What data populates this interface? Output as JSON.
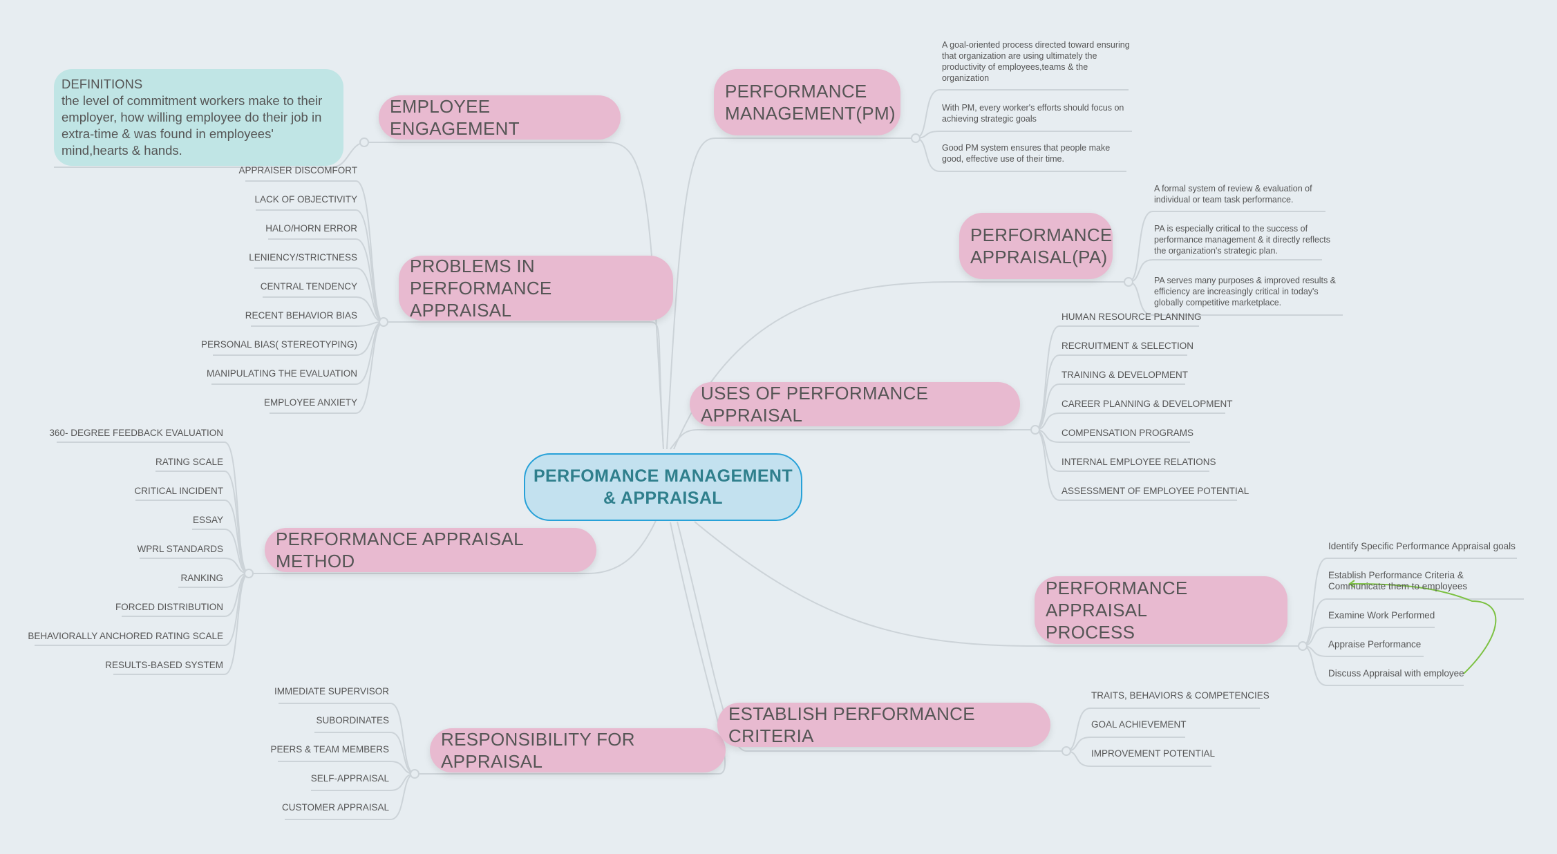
{
  "center": "PERFOMANCE MANAGEMENT\n& APPRAISAL",
  "employee_engagement": {
    "title": "EMPLOYEE ENGAGEMENT",
    "note_heading": "DEFINITIONS",
    "note_text": "the level of commitment workers make to their employer, how willing employee do their job in extra-time & was found in employees' mind,hearts & hands."
  },
  "problems": {
    "title": "PROBLEMS IN PERFORMANCE\nAPPRAISAL",
    "items": [
      "APPRAISER DISCOMFORT",
      "LACK OF OBJECTIVITY",
      "HALO/HORN ERROR",
      "LENIENCY/STRICTNESS",
      "CENTRAL TENDENCY",
      "RECENT BEHAVIOR BIAS",
      "PERSONAL BIAS( STEREOTYPING)",
      "MANIPULATING THE EVALUATION",
      "EMPLOYEE ANXIETY"
    ]
  },
  "methods": {
    "title": "PERFORMANCE APPRAISAL METHOD",
    "items": [
      "360- DEGREE FEEDBACK EVALUATION",
      "RATING SCALE",
      "CRITICAL INCIDENT",
      "ESSAY",
      "WPRL STANDARDS",
      "RANKING",
      "FORCED DISTRIBUTION",
      "BEHAVIORALLY ANCHORED RATING SCALE",
      "RESULTS-BASED SYSTEM"
    ]
  },
  "responsibility": {
    "title": "RESPONSIBILITY FOR APPRAISAL",
    "items": [
      "IMMEDIATE SUPERVISOR",
      "SUBORDINATES",
      "PEERS & TEAM MEMBERS",
      "SELF-APPRAISAL",
      "CUSTOMER APPRAISAL"
    ]
  },
  "pm": {
    "title": "PERFORMANCE\nMANAGEMENT(PM)",
    "items": [
      "A goal-oriented process directed toward ensuring that organization are using ultimately the productivity of employees,teams & the organization",
      "With PM, every worker's efforts should focus on achieving strategic goals",
      "Good PM system ensures that people make good, effective use of their time."
    ]
  },
  "pa": {
    "title": "PERFORMANCE\nAPPRAISAL(PA)",
    "items": [
      "A formal system of review & evaluation of individual or team task performance.",
      "PA is especially critical to the success of performance management & it directly reflects the organization's strategic plan.",
      "PA serves many purposes & improved results & efficiency are increasingly critical in today's globally competitive marketplace."
    ]
  },
  "uses": {
    "title": "USES OF PERFORMANCE APPRAISAL",
    "items": [
      "HUMAN RESOURCE PLANNING",
      "RECRUITMENT & SELECTION",
      "TRAINING & DEVELOPMENT",
      "CAREER PLANNING & DEVELOPMENT",
      "COMPENSATION PROGRAMS",
      "INTERNAL EMPLOYEE RELATIONS",
      "ASSESSMENT OF EMPLOYEE POTENTIAL"
    ]
  },
  "process": {
    "title": "PERFORMANCE APPRAISAL\nPROCESS",
    "items": [
      "Identify Specific Performance Appraisal goals",
      "Establish Performance Criteria & Communicate them to employees",
      "Examine Work Performed",
      "Appraise Performance",
      "Discuss Appraisal with employee"
    ]
  },
  "criteria": {
    "title": "ESTABLISH PERFORMANCE CRITERIA",
    "items": [
      "TRAITS, BEHAVIORS & COMPETENCIES",
      "GOAL ACHIEVEMENT",
      "IMPROVEMENT POTENTIAL"
    ]
  }
}
